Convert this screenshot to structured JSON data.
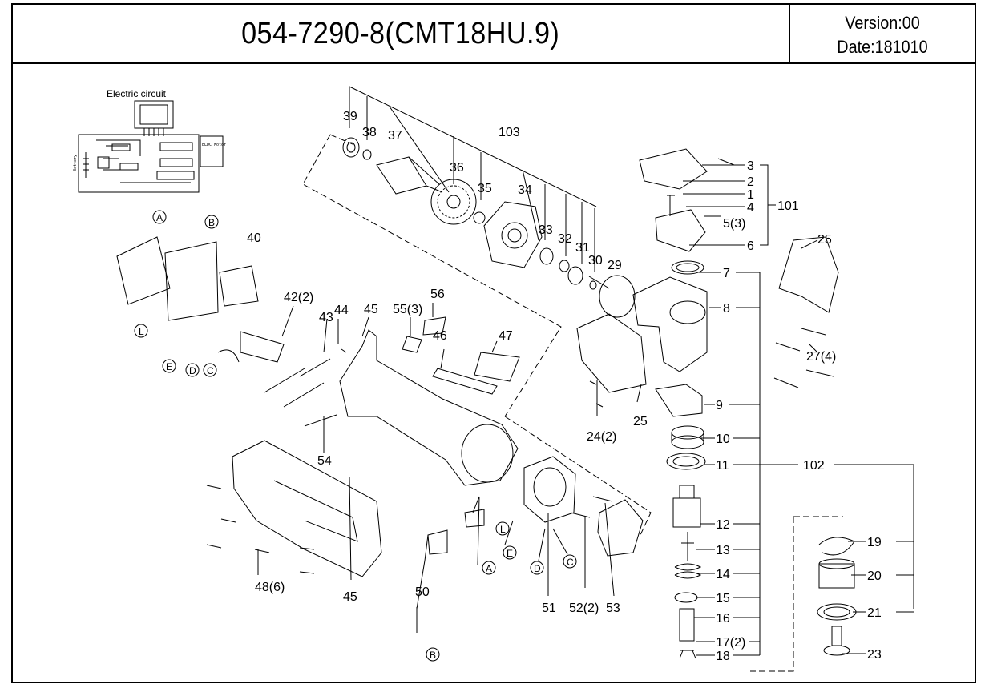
{
  "header": {
    "title": "054-7290-8(CMT18HU.9)",
    "version": "Version:00",
    "date": "Date:181010"
  },
  "circuit": {
    "title": "Electric circuit",
    "battery_label": "Battery",
    "motor_label": "BLDC Motor"
  },
  "labels": {
    "p1": "1",
    "p2": "2",
    "p3": "3",
    "p4": "4",
    "p5": "5(3)",
    "p6": "6",
    "p7": "7",
    "p8": "8",
    "p9": "9",
    "p10": "10",
    "p11": "11",
    "p12": "12",
    "p13": "13",
    "p14": "14",
    "p15": "15",
    "p16": "16",
    "p17": "17(2)",
    "p18": "18",
    "p19": "19",
    "p20": "20",
    "p21": "21",
    "p23": "23",
    "p24": "24(2)",
    "p25a": "25",
    "p25b": "25",
    "p27": "27(4)",
    "p29": "29",
    "p30": "30",
    "p31": "31",
    "p32": "32",
    "p33": "33",
    "p34": "34",
    "p35": "35",
    "p36": "36",
    "p37": "37",
    "p38": "38",
    "p39": "39",
    "p40": "40",
    "p42": "42(2)",
    "p43": "43",
    "p44": "44",
    "p45a": "45",
    "p45b": "45",
    "p46": "46",
    "p47": "47",
    "p48": "48(6)",
    "p50": "50",
    "p51": "51",
    "p52": "52(2)",
    "p53": "53",
    "p54": "54",
    "p55": "55(3)",
    "p56": "56",
    "p101": "101",
    "p102": "102",
    "p103": "103"
  },
  "connectors": {
    "A1": "A",
    "B1": "B",
    "L1": "L",
    "E1": "E",
    "D1": "D",
    "C1": "C",
    "L2": "L",
    "E2": "E",
    "D2": "D",
    "C2": "C",
    "A2": "A",
    "B2": "B"
  }
}
